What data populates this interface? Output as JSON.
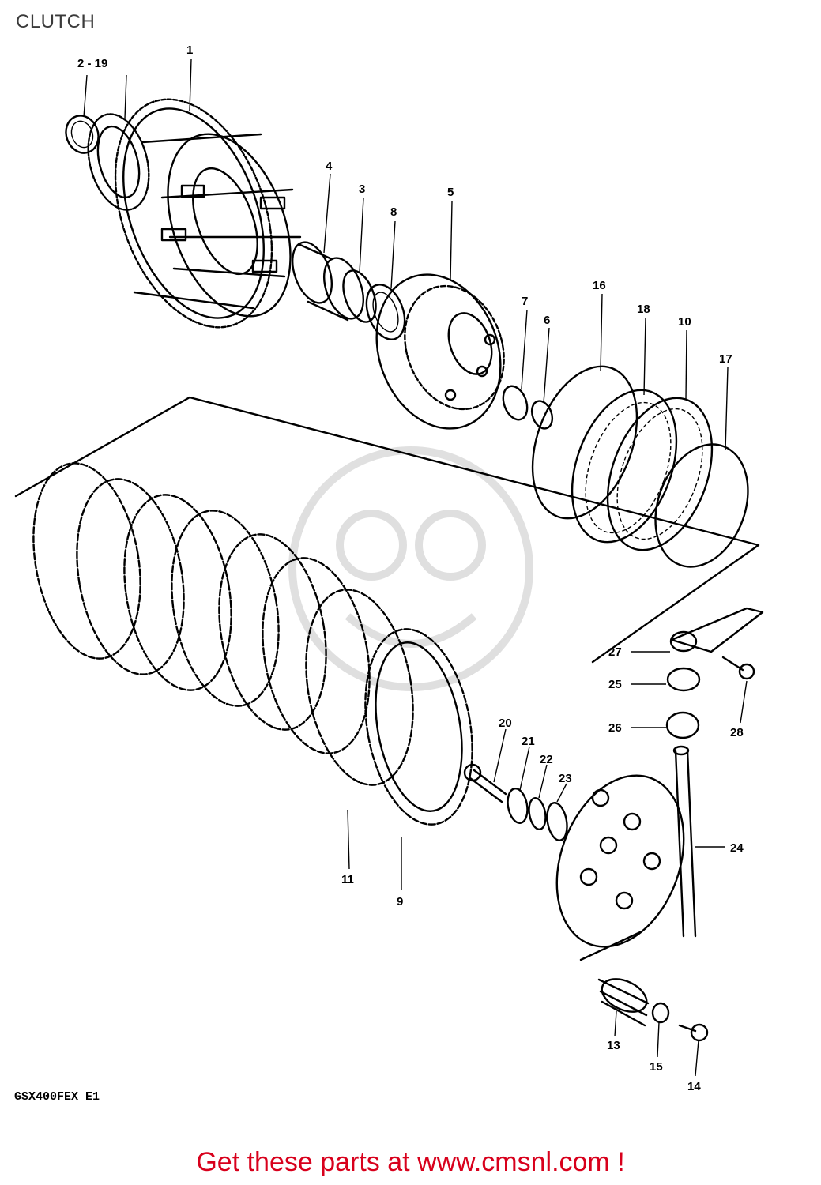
{
  "title": "CLUTCH",
  "callouts": [
    {
      "id": "2-19",
      "label": "2 - 19"
    },
    {
      "id": "1",
      "label": "1"
    },
    {
      "id": "4",
      "label": "4"
    },
    {
      "id": "3",
      "label": "3"
    },
    {
      "id": "8",
      "label": "8"
    },
    {
      "id": "5",
      "label": "5"
    },
    {
      "id": "7",
      "label": "7"
    },
    {
      "id": "6",
      "label": "6"
    },
    {
      "id": "16",
      "label": "16"
    },
    {
      "id": "18",
      "label": "18"
    },
    {
      "id": "10",
      "label": "10"
    },
    {
      "id": "17",
      "label": "17"
    },
    {
      "id": "27",
      "label": "27"
    },
    {
      "id": "25",
      "label": "25"
    },
    {
      "id": "28",
      "label": "28"
    },
    {
      "id": "26",
      "label": "26"
    },
    {
      "id": "20",
      "label": "20"
    },
    {
      "id": "21",
      "label": "21"
    },
    {
      "id": "22",
      "label": "22"
    },
    {
      "id": "23",
      "label": "23"
    },
    {
      "id": "24",
      "label": "24"
    },
    {
      "id": "11",
      "label": "11"
    },
    {
      "id": "9",
      "label": "9"
    },
    {
      "id": "13",
      "label": "13"
    },
    {
      "id": "15",
      "label": "15"
    },
    {
      "id": "14",
      "label": "14"
    }
  ],
  "model_code": "GSX400FEX E1",
  "footer": {
    "promo_text": "Get these parts at www.cmsnl.com !",
    "color": "#d8001c"
  }
}
